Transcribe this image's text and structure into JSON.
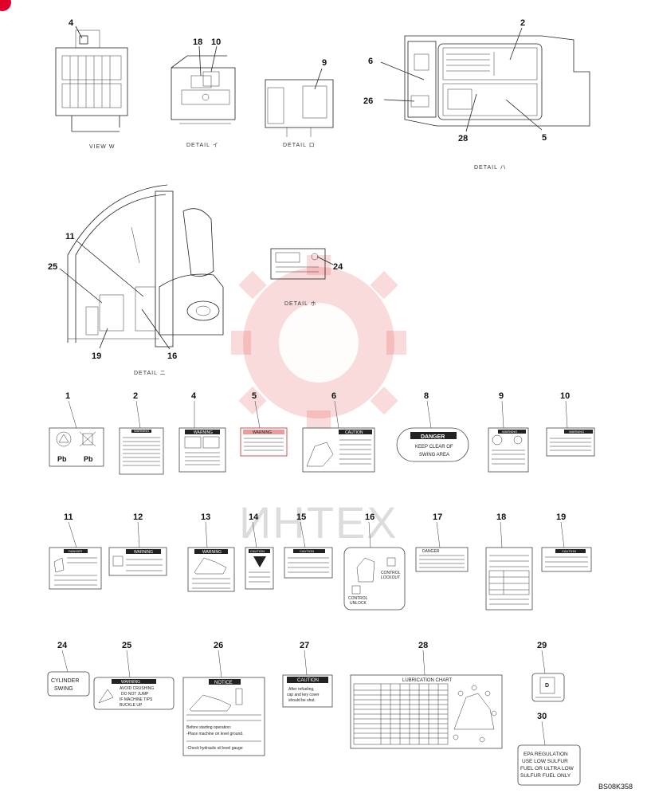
{
  "views": {
    "view_w": "VIEW W",
    "detail_i": "DETAIL イ",
    "detail_ro": "DETAIL ロ",
    "detail_ha": "DETAIL ハ",
    "detail_ni": "DETAIL ニ",
    "detail_ho": "DETAIL ホ"
  },
  "callouts": [
    "4",
    "18",
    "10",
    "9",
    "2",
    "6",
    "26",
    "28",
    "5",
    "11",
    "25",
    "19",
    "16",
    "24"
  ],
  "watermark": "ИНТЕХ",
  "document_id": "BS08K358",
  "decals": {
    "d1": {
      "num": "1",
      "text_a": "Pb",
      "text_b": "Pb"
    },
    "d2": {
      "num": "2",
      "title": "WARNING"
    },
    "d4": {
      "num": "4",
      "title": "WARNING"
    },
    "d5": {
      "num": "5",
      "title": "WARNING"
    },
    "d6": {
      "num": "6",
      "title": "CAUTION"
    },
    "d8": {
      "num": "8",
      "title": "DANGER",
      "line1": "KEEP CLEAR OF",
      "line2": "SWING  AREA"
    },
    "d9": {
      "num": "9",
      "title": "WARNING"
    },
    "d10": {
      "num": "10",
      "title": "WARNING"
    },
    "d11": {
      "num": "11",
      "title": "DANGER"
    },
    "d12": {
      "num": "12",
      "title": "WARNING"
    },
    "d13": {
      "num": "13",
      "title": "WARNING"
    },
    "d14": {
      "num": "14",
      "title": "CAUTION"
    },
    "d15": {
      "num": "15",
      "title": "CAUTION"
    },
    "d16": {
      "num": "16",
      "line1": "CONTROL",
      "line2": "LOCKOUT",
      "line3": "CONTROL",
      "line4": "UNLOCK"
    },
    "d17": {
      "num": "17",
      "title": "DANGER"
    },
    "d18": {
      "num": "18"
    },
    "d19": {
      "num": "19",
      "title": "CAUTION"
    },
    "d24": {
      "num": "24",
      "line1": "CYLINDER",
      "line2": "SWING"
    },
    "d25": {
      "num": "25",
      "title": "WARNING",
      "line1": "AVOID CRUSHING",
      "line2": "DO NOT JUMP",
      "line3": "IF MACHINE TIPS",
      "line4": "BUCKLE UP"
    },
    "d26": {
      "num": "26",
      "title": "NOTICE",
      "line1": "Before starting operation:",
      "line2": "-Place machine on level ground.",
      "line3": "-Check hydraulic oil level gauge"
    },
    "d27": {
      "num": "27",
      "title": "CAUTION",
      "line1": "After refueling,",
      "line2": "cap and key cover",
      "line3": "should be shut."
    },
    "d28": {
      "num": "28",
      "title": "LUBRICATION CHART"
    },
    "d29": {
      "num": "29"
    },
    "d30": {
      "num": "30",
      "line1": "EPA REGULATION",
      "line2": "USE LOW SULFUR",
      "line3": "FUEL OR ULTRA LOW",
      "line4": "SULFUR FUEL ONLY"
    }
  }
}
